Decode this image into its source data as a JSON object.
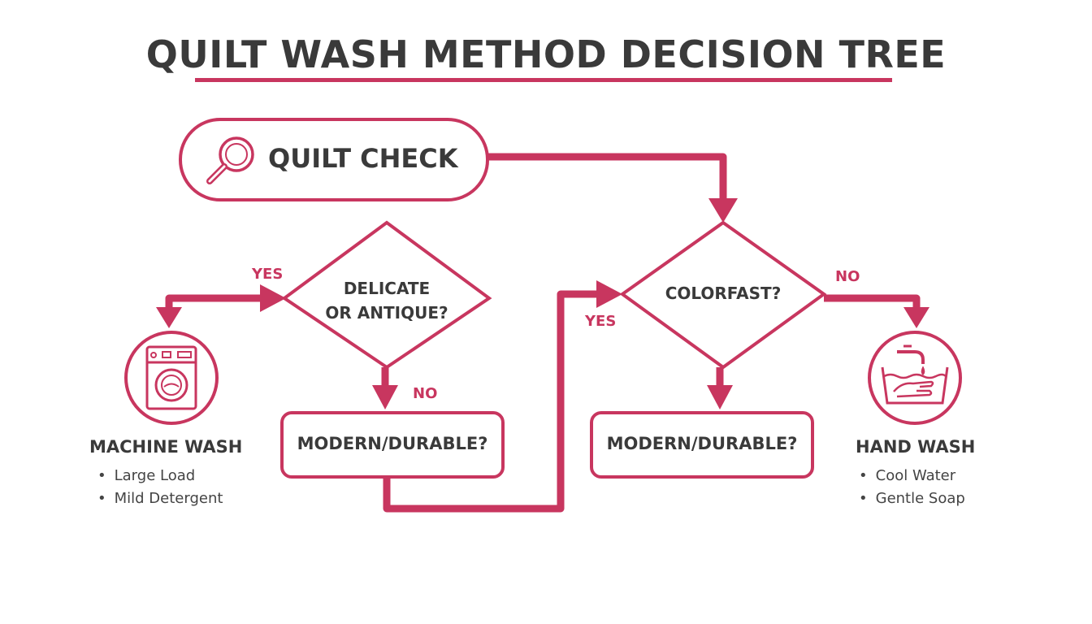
{
  "title": "QUILT WASH METHOD DECISION TREE",
  "colors": {
    "accent": "#c8365f",
    "text": "#3a3a3a"
  },
  "start": {
    "label": "QUILT CHECK",
    "icon": "magnifying-glass-icon"
  },
  "decisions": {
    "delicate": {
      "line1": "DELICATE",
      "line2": "OR ANTIQUE?"
    },
    "colorfast": {
      "label": "COLORFAST?"
    },
    "modern_left": {
      "label": "MODERN/DURABLE?"
    },
    "modern_right": {
      "label": "MODERN/DURABLE?"
    }
  },
  "flow_labels": {
    "delicate_yes": "YES",
    "delicate_no": "NO",
    "colorfast_yes": "YES",
    "colorfast_no": "NO"
  },
  "outcomes": {
    "machine": {
      "title": "MACHINE WASH",
      "icon": "washing-machine-icon",
      "bullets": [
        "Large Load",
        "Mild Detergent"
      ]
    },
    "hand": {
      "title": "HAND WASH",
      "icon": "hand-wash-basin-icon",
      "bullets": [
        "Cool Water",
        "Gentle Soap"
      ]
    }
  }
}
